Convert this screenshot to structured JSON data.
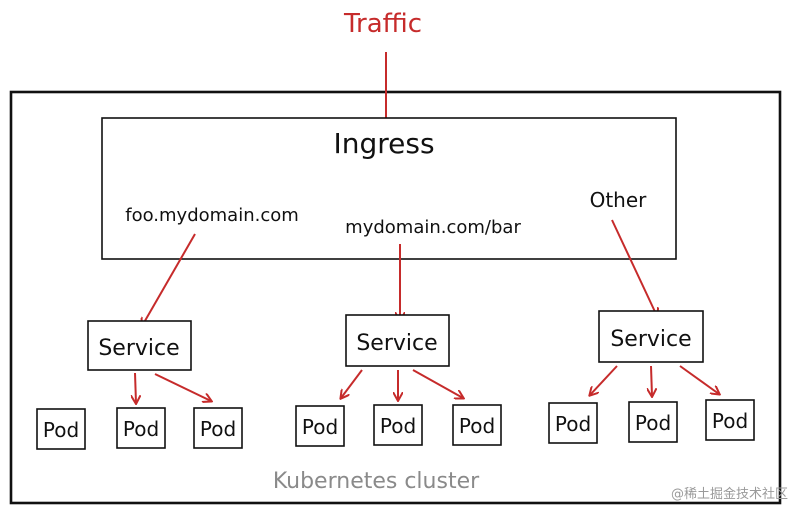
{
  "colors": {
    "arrow": "#c62b2b",
    "traffic": "#c62b2b",
    "ink": "#111111",
    "cluster_label": "#8a8a8a",
    "watermark": "#9a9a9a"
  },
  "diagram": {
    "traffic_label": "Traffic",
    "ingress_label": "Ingress",
    "routes": [
      "foo.mydomain.com",
      "mydomain.com/bar",
      "Other"
    ],
    "service_label": "Service",
    "pod_label": "Pod",
    "cluster_label": "Kubernetes cluster",
    "watermark": "@稀土掘金技术社区"
  }
}
